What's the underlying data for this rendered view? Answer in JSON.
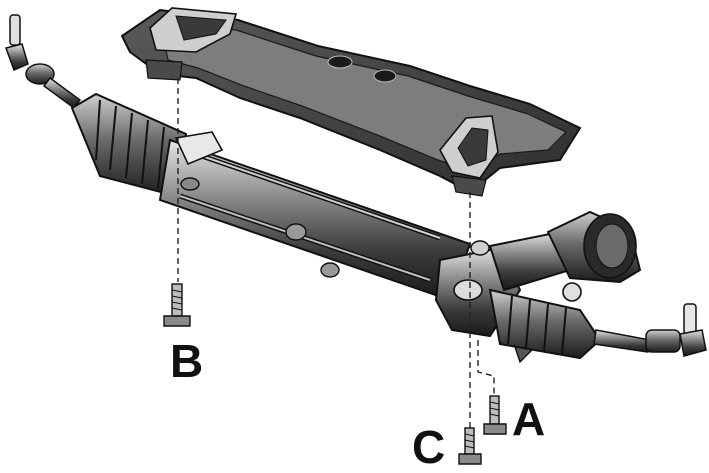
{
  "labels": {
    "a": "A",
    "b": "B",
    "c": "C"
  },
  "colors": {
    "plate": "#3c3c3c",
    "plate_top": "#9a9a9a",
    "metal_dark": "#2a2a2a",
    "metal_mid": "#707070",
    "metal_light": "#d8d8d8",
    "outline": "#111111",
    "guide_line": "#222222"
  },
  "parts": {
    "mounting_plate": "mounting-plate",
    "steering_rack": "steering-rack",
    "left_tie_rod": "left-tie-rod-end",
    "right_tie_rod": "right-tie-rod-end",
    "bolt_a": "bolt-a",
    "bolt_b": "bolt-b",
    "bolt_c": "bolt-c"
  }
}
